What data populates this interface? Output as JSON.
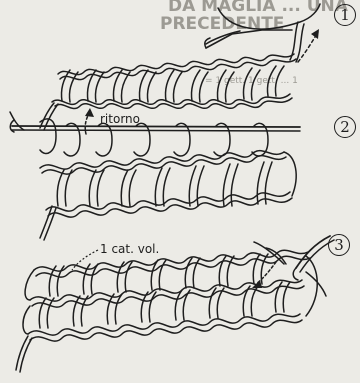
{
  "background_text": {
    "header_line_1": "DA MAGLIA ... UNA",
    "header_line_2": "PRECEDENTE",
    "faint_line": "= 1 gett. 1 gett. ... 1"
  },
  "steps": [
    {
      "number": "1"
    },
    {
      "number": "2",
      "label": "ritorno"
    },
    {
      "number": "3",
      "label": "1 cat. vol."
    }
  ],
  "colors": {
    "ink": "#1e1e1e",
    "paper": "#ecebe6",
    "bleed": "#9c9a93"
  }
}
